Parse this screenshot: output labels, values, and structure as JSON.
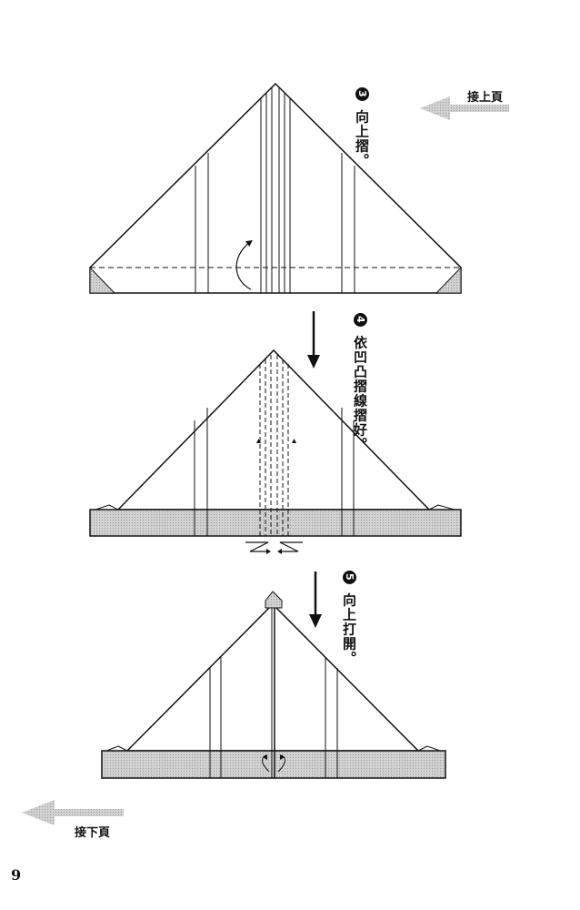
{
  "navigation": {
    "prev_label": "接上頁",
    "next_label": "接下頁"
  },
  "steps": [
    {
      "number": "3",
      "text": "向上摺。"
    },
    {
      "number": "4",
      "text": "依凹凸摺線摺好。"
    },
    {
      "number": "5",
      "text": "向上打開。"
    }
  ],
  "page_number": "9",
  "colors": {
    "line": "#111111",
    "fill_shade": "#c8c8c8",
    "arrow_gray": "#bdbdbd"
  }
}
